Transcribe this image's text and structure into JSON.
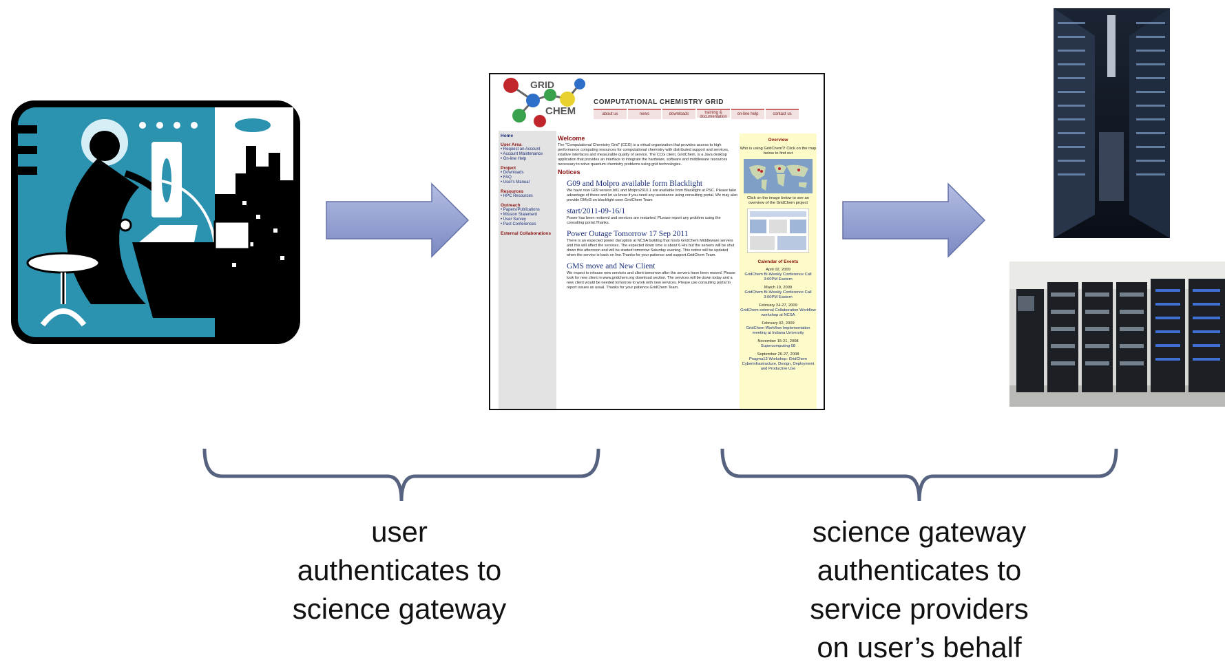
{
  "captions": {
    "left": [
      "user",
      "authenticates to",
      "science gateway"
    ],
    "right": [
      "science gateway",
      "authenticates to",
      "service providers",
      "on user’s behalf"
    ]
  },
  "icons": {
    "user_clipart": "person-at-computer-icon",
    "arrows": "right-arrow-icon"
  },
  "gateway_site": {
    "logo_text": [
      "GRID",
      "CHEM"
    ],
    "title": "COMPUTATIONAL CHEMISTRY GRID",
    "nav": [
      "about us",
      "news",
      "downloads",
      "training & documentation",
      "on-line help",
      "contact us"
    ],
    "sidebar": [
      {
        "head": "Home",
        "links": []
      },
      {
        "head": "User Area",
        "links": [
          "• Request an Account",
          "• Account Maintenance",
          "• On-line Help"
        ]
      },
      {
        "head": "Project",
        "links": [
          "• Downloads",
          "• FAQ",
          "• User's Manual"
        ]
      },
      {
        "head": "Resources",
        "links": [
          "• HPC Resources"
        ]
      },
      {
        "head": "Outreach",
        "links": [
          "• Papers/Publications",
          "• Mission Statement",
          "• User Survey",
          "• Past Conferences"
        ]
      },
      {
        "head": "External Collaborations",
        "links": []
      }
    ],
    "welcome_heading": "Welcome",
    "welcome_text": "The \"Computational Chemistry Grid\" (CCG) is a virtual organization that provides access to high performance computing resources for computational chemistry with distributed support and services, intuitive interfaces and measurable quality of service. The CCG client, GridChem, is a Java desktop application that provides an interface to integrate the hardware, software and middleware resources necessary to solve quantum chemistry problems using grid technologies.",
    "notices_heading": "Notices",
    "notices": [
      {
        "title": "G09 and Molpro available form Blacklight",
        "body": "We have now G09 version b01 and Molpro2010.1 are available from Blacklight at PSC. Please take advantage of these and let us know if you need any assistance using consulting portal. We may also provide DMol3 on blacklight soon.GridChem Team"
      },
      {
        "title": "start/2011-09-16/1",
        "body": "Power has been restored and services are restarted. PLease report any problem using the consulting portal.Thanks."
      },
      {
        "title": "Power Outage Tomorrow 17 Sep 2011",
        "body": "There is an expected power disruption at NCSA building that hosts GridChem Middleware servers and this will affect the services. The expected down time is about 6 Hrs but the servers will be shut down this afternoon and will be started tomorrow Saturday evening. This notice will be updated when the service is back on line.Thanks for your patience and support.GridChem Team."
      },
      {
        "title": "GMS move and New Client",
        "body": "We expect to release new services and client tomorrow after the servers have been moved. Please look for new client in www.gridchem.org download section. The services will be down today and a new client would be needed tomorrow to work with new services. Please use consulting portal to report issues as usual. Thanks for your patience.GridChem Team."
      }
    ],
    "overview_heading": "Overview",
    "overview_text": "Who is using GridChem?! Click on the map below to find out",
    "overview_text2": "Click on the image below to see an overview of the GridChem project",
    "calendar_heading": "Calendar of Events",
    "events": [
      {
        "date": "April 02, 2009",
        "desc": "GridChem Bi-Weekly Conference Call 3:00PM Eastern"
      },
      {
        "date": "March 19, 2009",
        "desc": "GridChem Bi-Weekly Conference Call 3:00PM Eastern"
      },
      {
        "date": "February 24-27, 2009",
        "desc": "GridChem external Collaboration Workflow workshop at NCSA"
      },
      {
        "date": "February 02, 2009",
        "desc": "GridChem Workflow Implementation meeting at Indiana University"
      },
      {
        "date": "November 15-21, 2008",
        "desc": "Supercomputing 08"
      },
      {
        "date": "September 26-27, 2008",
        "desc": "Pragma13 Workshop: GridChem Cyberinfrastructure, Design, Deployment and Productive Use"
      }
    ]
  },
  "colors": {
    "arrow_fill": "#8e9ad0",
    "clipart_teal": "#2b93b0",
    "brace": "#56627f"
  }
}
